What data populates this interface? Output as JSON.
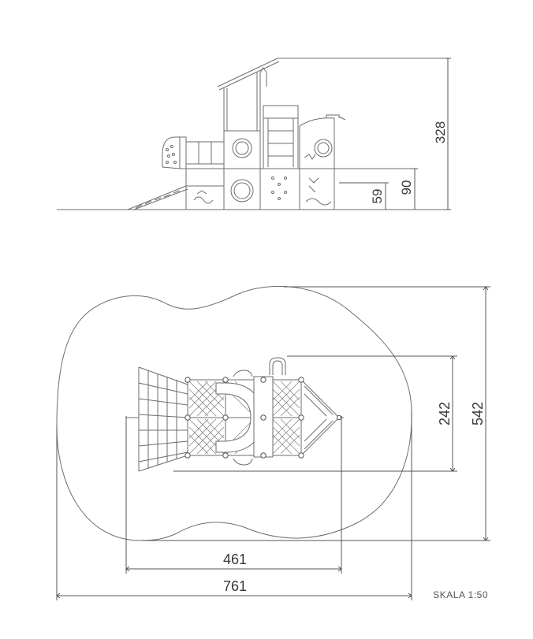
{
  "elevation_dimensions": {
    "height_total": "328",
    "platform_high": "90",
    "platform_low": "59"
  },
  "plan_dimensions": {
    "depth_total": "542",
    "depth_structure": "242",
    "width_structure": "461",
    "width_total": "761"
  },
  "scale_label": "SKALA 1:50"
}
